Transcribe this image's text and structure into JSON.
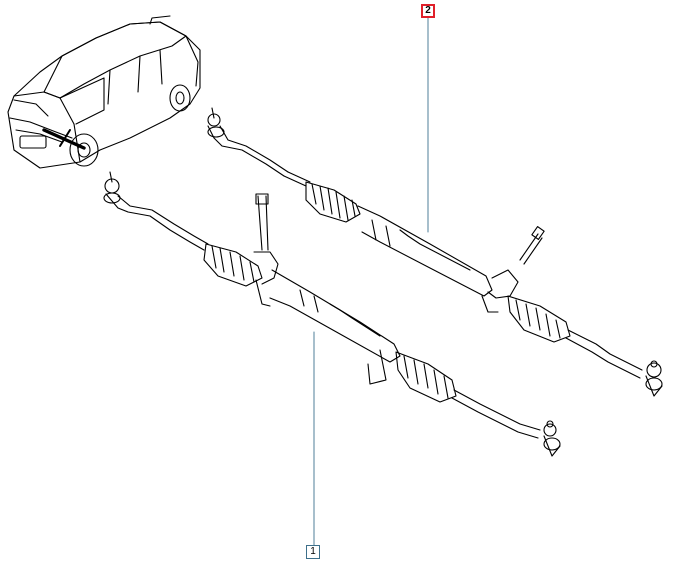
{
  "callouts": [
    {
      "number": "1",
      "color": "#3d6f8a"
    },
    {
      "number": "2",
      "color": "#e0202a"
    }
  ],
  "illustration": {
    "subject": "steering-rack-assemblies",
    "vehicle_icon": "suv-outline-icon"
  },
  "colors": {
    "line": "#000000",
    "leader": "#4f7f99",
    "background": "#ffffff"
  }
}
